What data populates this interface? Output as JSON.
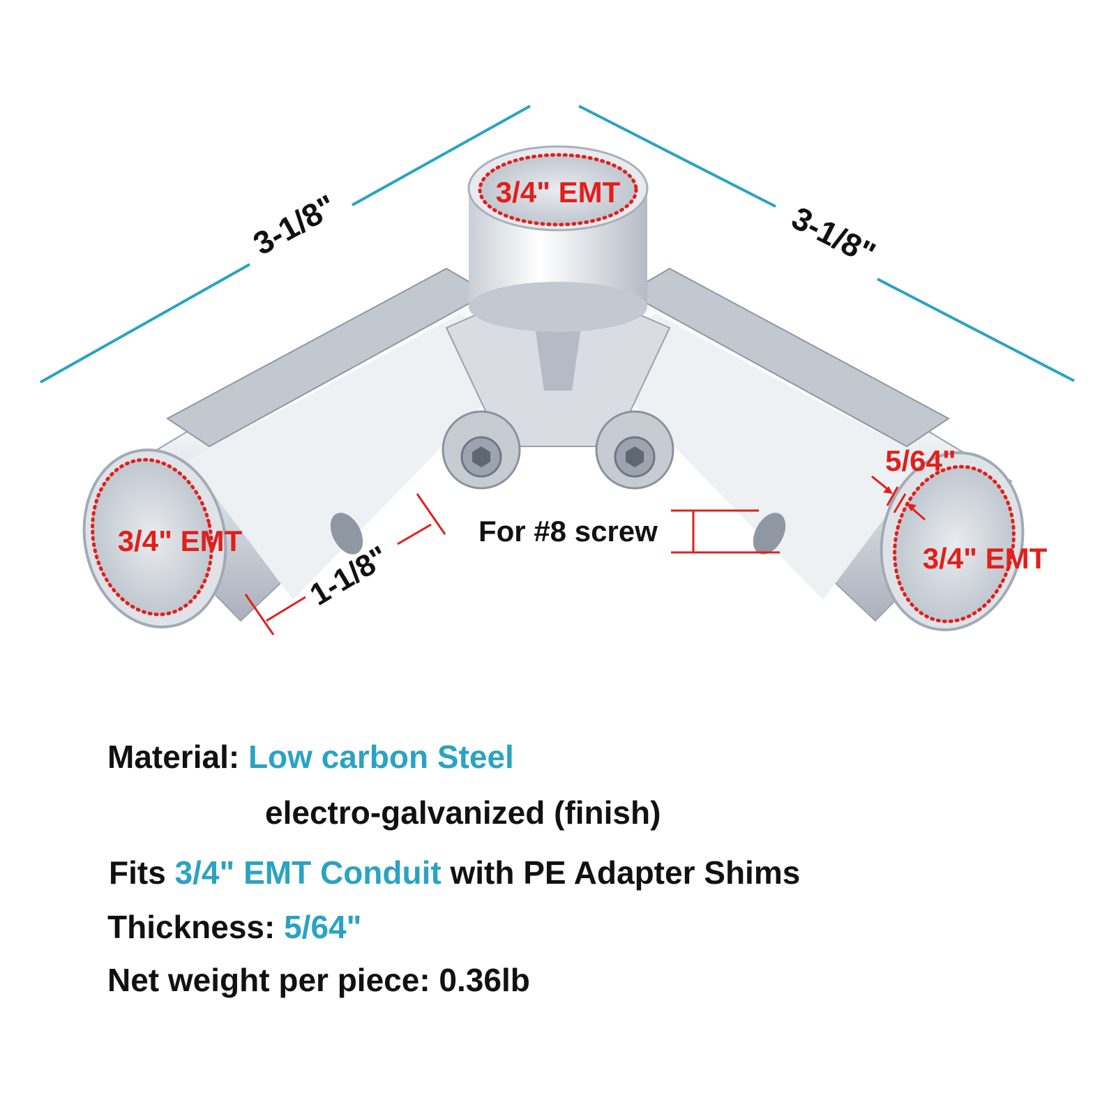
{
  "dimensions": {
    "top_left_length": "3-1/8\"",
    "top_right_length": "3-1/8\"",
    "socket_depth": "1-1/8\"",
    "wall_thickness": "5/64\"",
    "screw_note": "For #8 screw"
  },
  "sockets": {
    "top": "3/4\" EMT",
    "left": "3/4\" EMT",
    "right": "3/4\" EMT"
  },
  "specs": {
    "material_label": "Material:",
    "material_value": "Low carbon Steel",
    "finish": "electro-galvanized (finish)",
    "fits_prefix": "Fits",
    "fits_value": "3/4\" EMT Conduit",
    "fits_suffix": "with PE Adapter Shims",
    "thickness_label": "Thickness:",
    "thickness_value": "5/64\"",
    "weight_line": "Net weight per piece: 0.36lb"
  },
  "colors": {
    "accent": "#2aa3c2",
    "dimension_red": "#e0201b",
    "text": "#111111"
  }
}
